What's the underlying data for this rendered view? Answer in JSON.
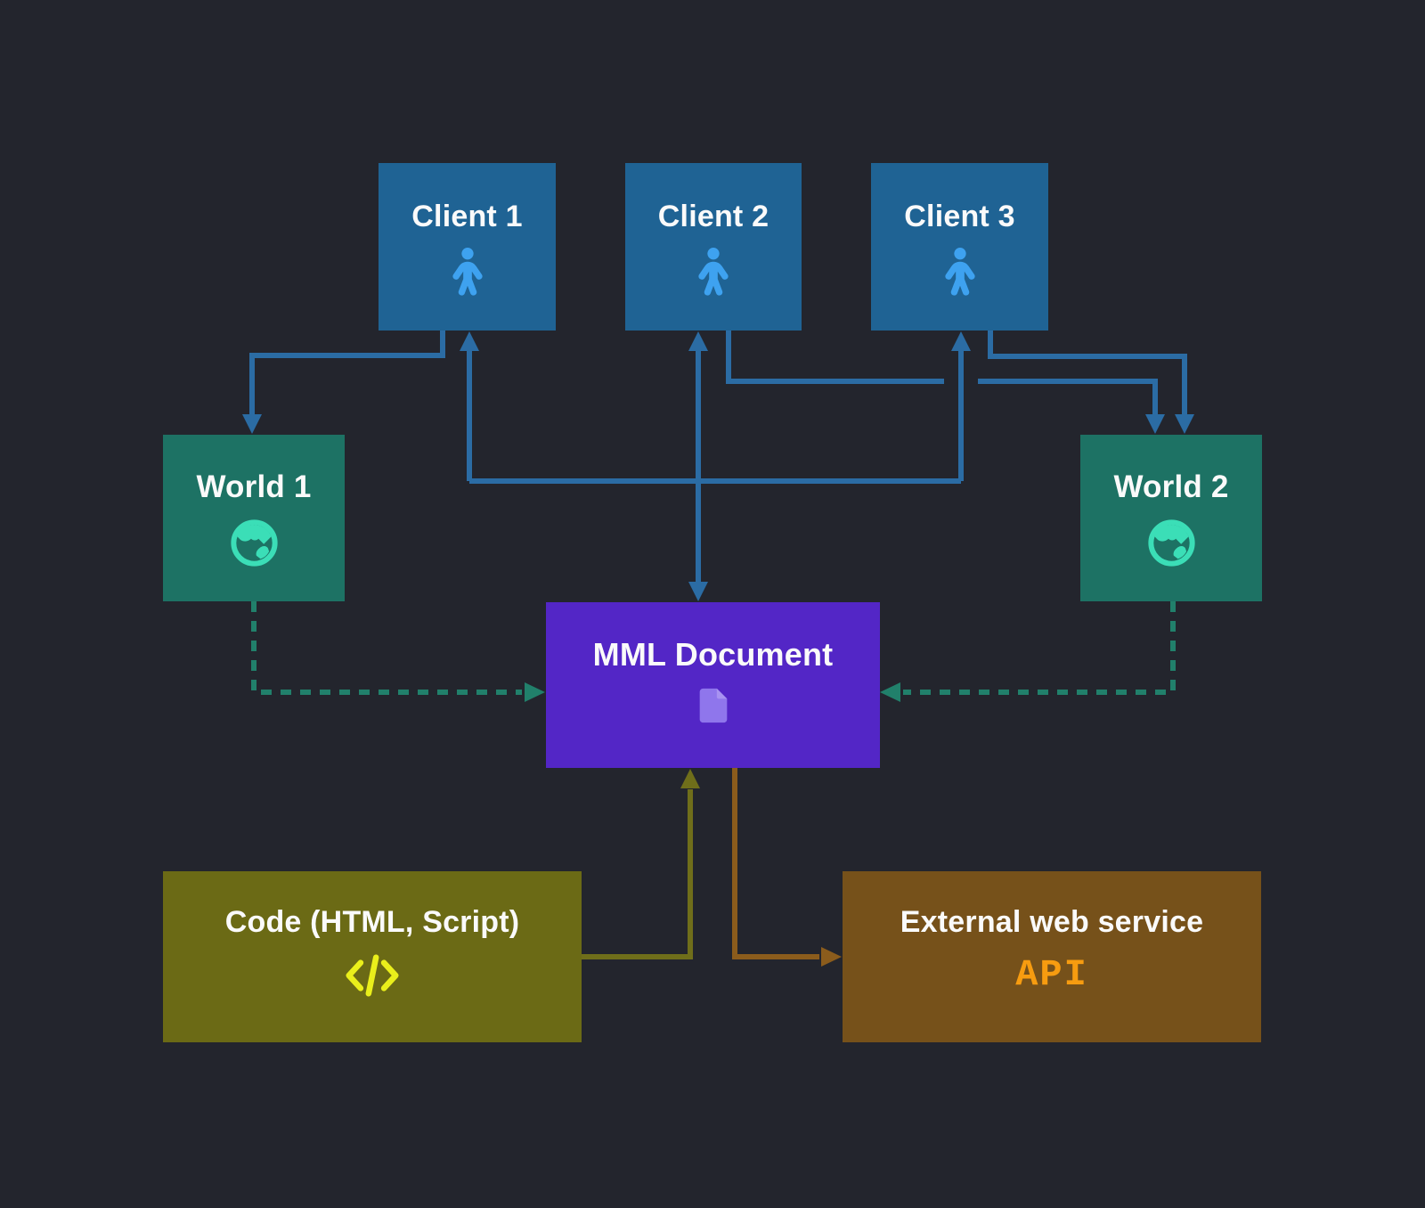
{
  "diagram": {
    "background_color": "#23252D",
    "nodes": {
      "client1": {
        "label": "Client 1",
        "icon": "person-icon",
        "box_color": "#1F6394",
        "icon_color": "#3EA2F0"
      },
      "client2": {
        "label": "Client 2",
        "icon": "person-icon",
        "box_color": "#1F6394",
        "icon_color": "#3EA2F0"
      },
      "client3": {
        "label": "Client 3",
        "icon": "person-icon",
        "box_color": "#1F6394",
        "icon_color": "#3EA2F0"
      },
      "world1": {
        "label": "World 1",
        "icon": "globe-icon",
        "box_color": "#1D7264",
        "icon_color": "#3BDEB7"
      },
      "world2": {
        "label": "World 2",
        "icon": "globe-icon",
        "box_color": "#1D7264",
        "icon_color": "#3BDEB7"
      },
      "mml_document": {
        "label": "MML Document",
        "icon": "document-icon",
        "box_color": "#5326C6",
        "icon_color": "#8F76EC"
      },
      "code": {
        "label": "Code (HTML, Script)",
        "icon": "code-icon",
        "box_color": "#6B6A15",
        "icon_color": "#EAEF1B"
      },
      "external_service": {
        "label": "External web service",
        "sublabel": "API",
        "box_color": "#76511A",
        "sublabel_color": "#F79C10"
      }
    },
    "edges": [
      {
        "from": "client1",
        "to": "world1",
        "style": "solid",
        "color": "#2B6CA4",
        "arrow": "to"
      },
      {
        "from": "mml_document",
        "to": "client2",
        "style": "solid",
        "color": "#2B6CA4",
        "arrow": "both"
      },
      {
        "from": "mml_document",
        "to": "client1",
        "style": "solid",
        "color": "#2B6CA4",
        "arrow": "to"
      },
      {
        "from": "mml_document",
        "to": "client3",
        "style": "solid",
        "color": "#2B6CA4",
        "arrow": "to"
      },
      {
        "from": "client2",
        "to": "world2",
        "style": "solid",
        "color": "#2B6CA4",
        "arrow": "to"
      },
      {
        "from": "client3",
        "to": "world2",
        "style": "solid",
        "color": "#2B6CA4",
        "arrow": "to"
      },
      {
        "from": "world1",
        "to": "mml_document",
        "style": "dashed",
        "color": "#21806B",
        "arrow": "to"
      },
      {
        "from": "world2",
        "to": "mml_document",
        "style": "dashed",
        "color": "#21806B",
        "arrow": "to"
      },
      {
        "from": "code",
        "to": "mml_document",
        "style": "solid",
        "color": "#6F6E1A",
        "arrow": "to"
      },
      {
        "from": "mml_document",
        "to": "external_service",
        "style": "solid",
        "color": "#8B5C1C",
        "arrow": "to"
      }
    ]
  }
}
